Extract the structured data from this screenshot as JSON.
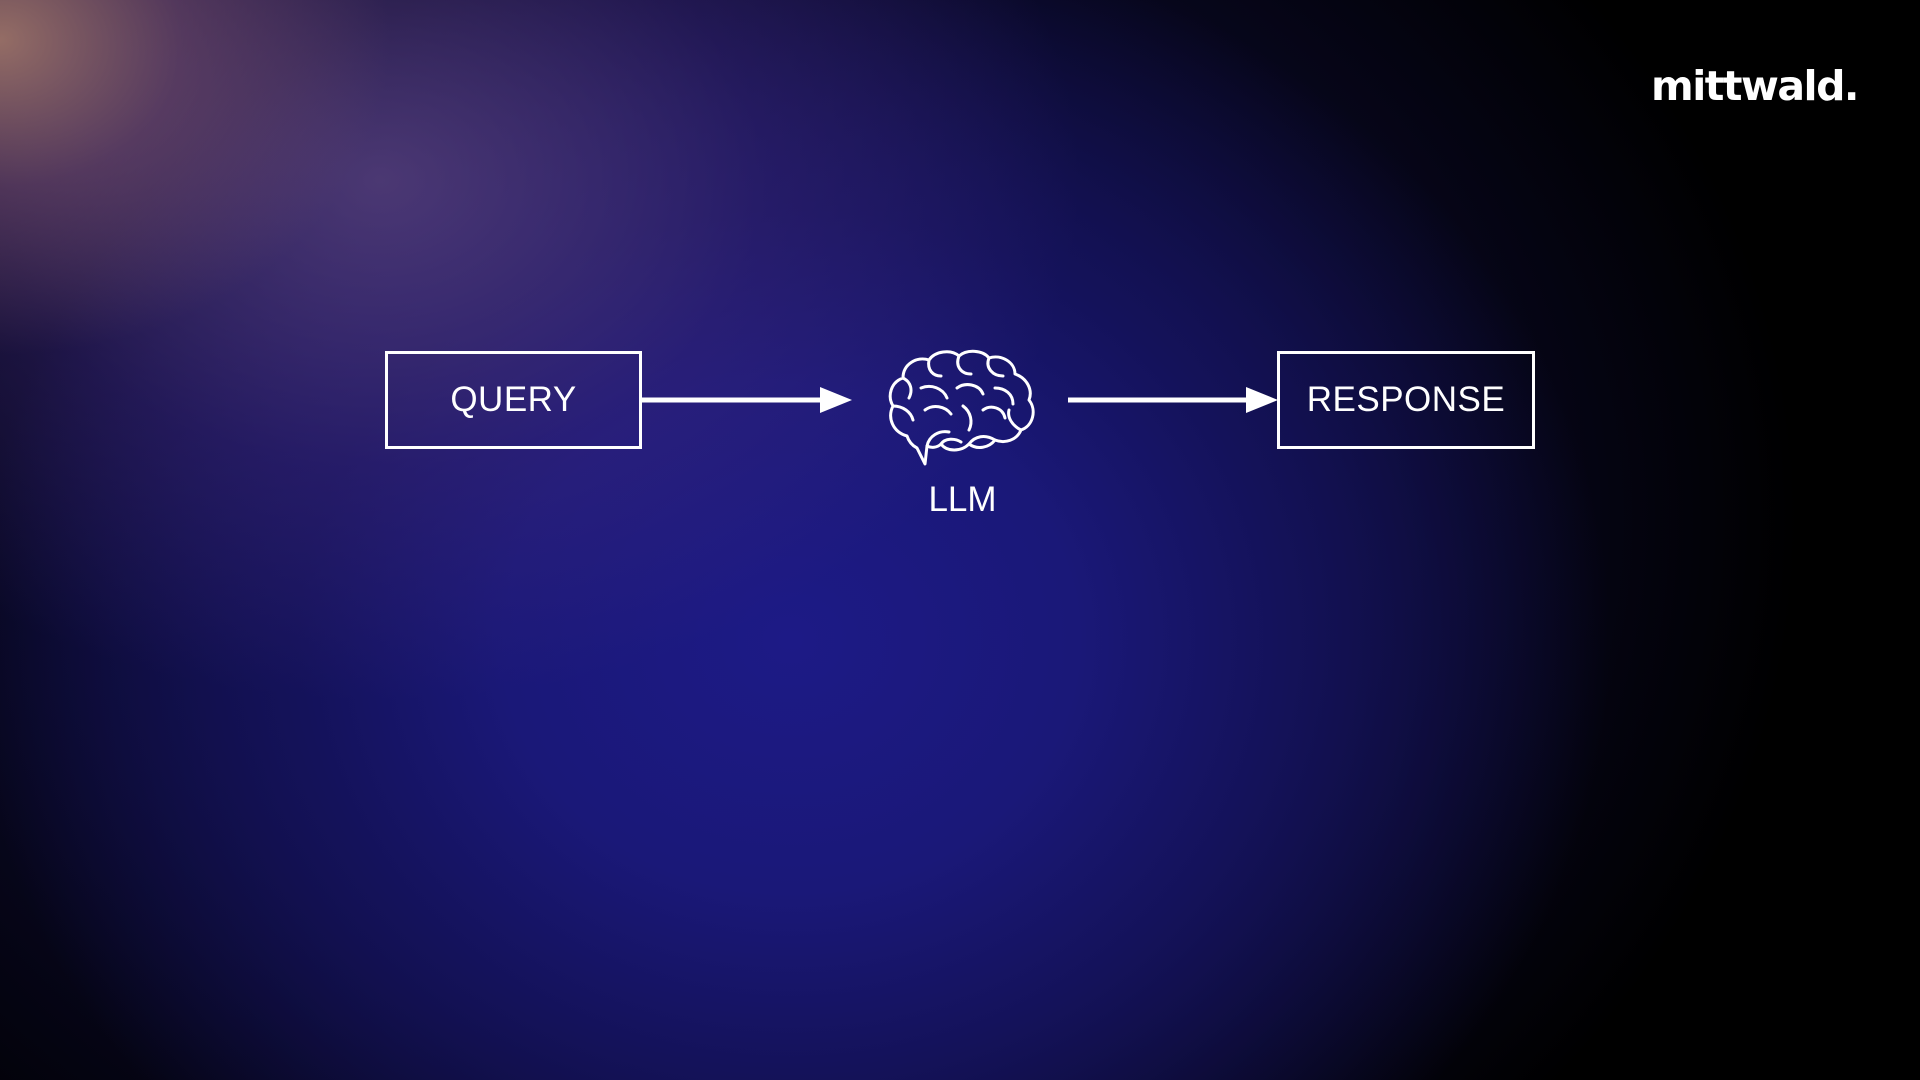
{
  "logo": {
    "text": "mittwald."
  },
  "diagram": {
    "input_label": "QUERY",
    "model_label": "LLM",
    "output_label": "RESPONSE",
    "model_icon": "brain-icon",
    "connector_icon": "arrow-right-icon"
  },
  "colors": {
    "foreground": "#ffffff",
    "background_main": "#1d1a86",
    "background_accent": "#aa7d6e",
    "background_edge": "#000000"
  }
}
